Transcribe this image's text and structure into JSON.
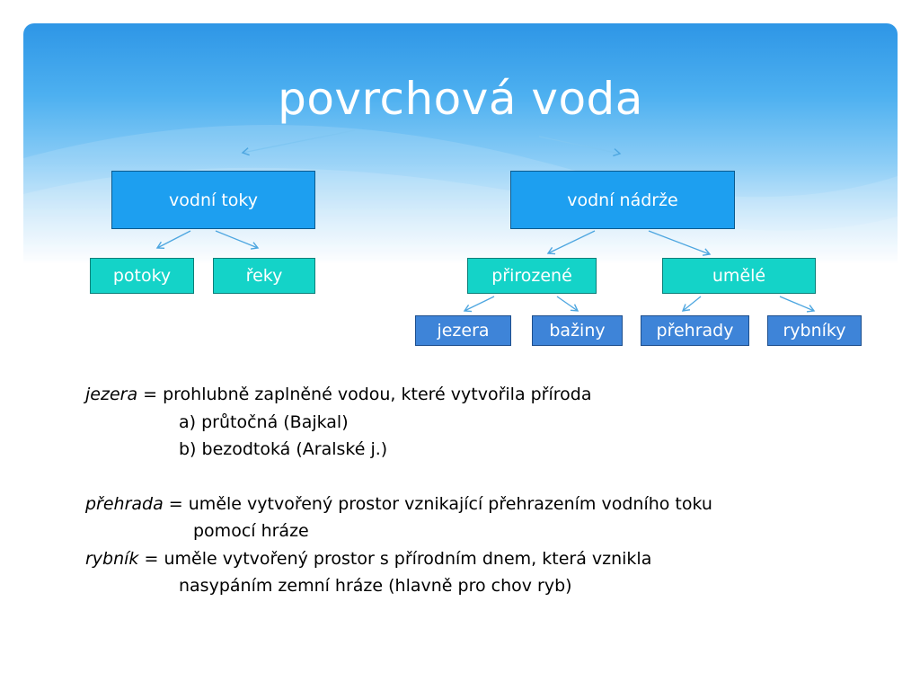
{
  "title": "povrchová voda",
  "nodes": {
    "vodni_toky": "vodní toky",
    "vodni_nadrze": "vodní nádrže",
    "potoky": "potoky",
    "reky": "řeky",
    "prirozene": "přirozené",
    "umele": "umělé",
    "jezera": "jezera",
    "baziny": "bažiny",
    "prehrady": "přehrady",
    "rybniky": "rybníky"
  },
  "definitions": {
    "jezera": {
      "term": "jezera",
      "text": " = prohlubně zaplněné vodou, které vytvořila příroda",
      "items": [
        "a) průtočná (Bajkal)",
        "b) bezodtoká (Aralské j.)"
      ]
    },
    "prehrada": {
      "term": "přehrada",
      "text": " = uměle vytvořený prostor vznikající přehrazením vodního toku",
      "cont": "pomocí hráze"
    },
    "rybnik": {
      "term": "rybník",
      "text": " = uměle vytvořený prostor  s přírodním dnem, která vznikla",
      "cont": "nasypáním zemní hráze (hlavně pro chov ryb)"
    }
  },
  "colors": {
    "level1": "#1d9ff0",
    "level2": "#14d3c8",
    "level3": "#3e84d8",
    "arrow": "#4da6e0"
  }
}
